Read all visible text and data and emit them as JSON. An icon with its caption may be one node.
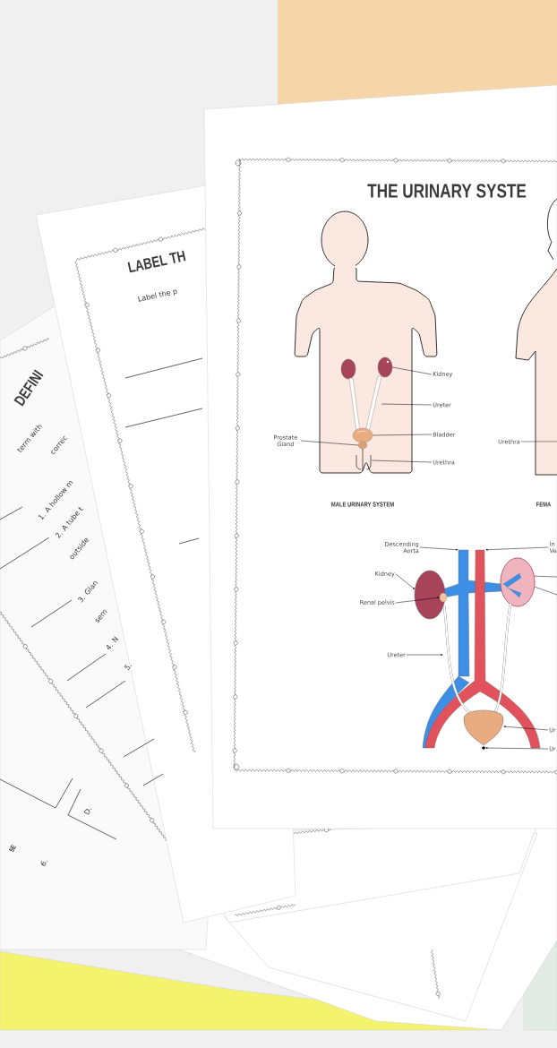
{
  "diagram": {
    "title": "THE URINARY SYSTE",
    "nodes": [
      {
        "text": [
          "Kidney"
        ]
      },
      {
        "text": [
          "Ureter"
        ]
      },
      {
        "text": [
          "Bladder"
        ]
      },
      {
        "text": [
          "Urethra"
        ]
      },
      {
        "text": [
          "Prostate Gland"
        ]
      },
      {
        "text": [
          "Urethra"
        ]
      },
      {
        "text": [
          "Descending Aorta"
        ]
      },
      {
        "text": [
          "Kidney"
        ]
      },
      {
        "text": [
          "Renal pelvis"
        ]
      },
      {
        "text": [
          "Ureter"
        ]
      },
      {
        "text": [
          "In Ve"
        ]
      },
      {
        "text": [
          "Ur"
        ]
      },
      {
        "text": [
          "Ur"
        ]
      },
      {
        "text": [],
        "shape": "picture"
      },
      {
        "text": [],
        "shape": "picture"
      },
      {
        "text": [],
        "shape": "picture"
      },
      {
        "text": [],
        "shape": "picture"
      },
      {
        "text": [],
        "shape": "picture"
      },
      {
        "text": [],
        "shape": "picture"
      },
      {
        "text": [],
        "shape": "picture"
      },
      {
        "text": [],
        "shape": "picture"
      },
      {
        "text": [],
        "shape": "picture"
      },
      {
        "text": [],
        "shape": "picture"
      },
      {
        "text": [],
        "shape": "picture"
      },
      {
        "text": [],
        "shape": "picture"
      },
      {
        "text": [],
        "shape": "picture"
      },
      {
        "text": [],
        "shape": "box"
      }
    ],
    "edges": [
      {
        "from": 0,
        "to": 13,
        "arrow": "none"
      },
      {
        "from": 1,
        "to": 14,
        "arrow": "none"
      },
      {
        "from": 2,
        "to": 15,
        "arrow": "none"
      },
      {
        "from": 3,
        "to": 17,
        "arrow": "none"
      },
      {
        "from": 4,
        "to": 16,
        "arrow": "none"
      },
      {
        "from": 5,
        "to": null,
        "arrow": "none"
      },
      {
        "from": 6,
        "to": 18,
        "arrow": "to"
      },
      {
        "from": 7,
        "to": 20,
        "arrow": "to"
      },
      {
        "from": 8,
        "to": 21,
        "arrow": "to"
      },
      {
        "from": 9,
        "to": 22,
        "arrow": "to"
      },
      {
        "from": 10,
        "to": 19,
        "arrow": "to"
      },
      {
        "from": 11,
        "to": 24,
        "arrow": "to"
      },
      {
        "from": 12,
        "to": 25,
        "arrow": "to"
      },
      {
        "from": null,
        "to": 23,
        "arrow": "none"
      },
      {
        "from": null,
        "to": 23,
        "arrow": "none"
      }
    ],
    "labels": [
      "MALE URINARY SYSTEM",
      "FEMA",
      "LABEL TH",
      "Label the p",
      "DEFINI",
      "term with",
      "correc",
      "1. A hollow m",
      "2. A tube t",
      "outside",
      "3. Glan",
      "sem",
      "4. N",
      "5.",
      "D.",
      "5E",
      "6."
    ]
  }
}
